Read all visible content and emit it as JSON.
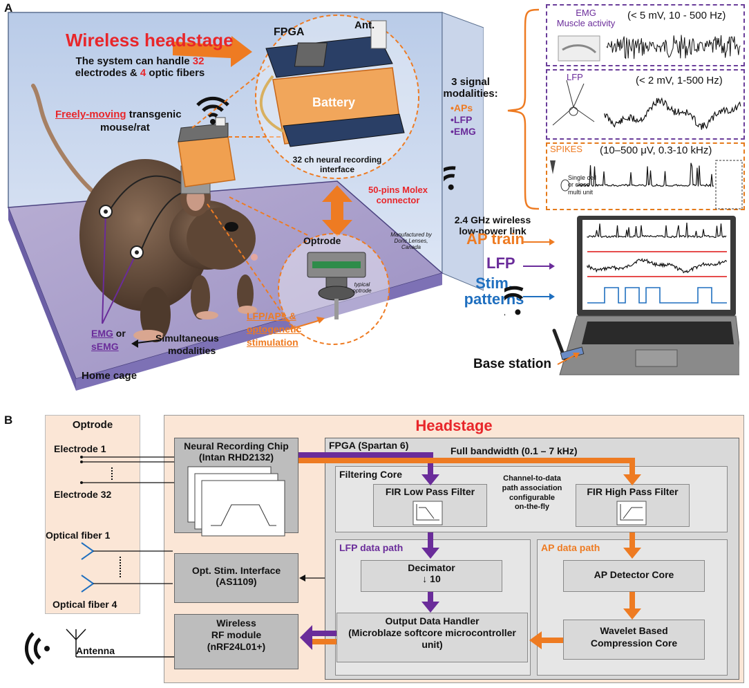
{
  "panel_a": {
    "label": "A",
    "headstage_title": "Wireless headstage",
    "capacity_line1_pre": "The system can handle ",
    "capacity_electrodes": "32",
    "capacity_line2_pre": "electrodes & ",
    "capacity_fibers": "4",
    "capacity_line2_post": " optic fibers",
    "freely_moving": "Freely-moving",
    "transgenic_line1": " transgenic",
    "transgenic_line2": "mouse/rat",
    "fpga_label": "FPGA",
    "antenna_label": "Ant.",
    "battery_label": "Battery",
    "recording_interface_line1": "32 ch neural recording",
    "recording_interface_line2": "interface",
    "connector_line1": "50-pins Molex",
    "connector_line2": "connector",
    "optrode_label": "Optrode",
    "manufactured_line1": "Manufactured by",
    "manufactured_line2": "Doric Lenses,",
    "manufactured_line3": "Canada",
    "typical_optrode_line1": "typical",
    "typical_optrode_line2": "optrode",
    "lfp_aps_line1": "LFP/APs &",
    "lfp_aps_line2": "optogenetic",
    "lfp_aps_line3": "stimulation",
    "emg_line1": "EMG",
    "emg_or": " or",
    "emg_line2": "sEMG",
    "simultaneous_line1": "Simultaneous",
    "simultaneous_line2": "modalities",
    "home_cage": "Home cage",
    "modalities_title_line1": "3 signal",
    "modalities_title_line2": "modalities:",
    "modality_aps": "•APs",
    "modality_lfp": "•LFP",
    "modality_emg": "•EMG",
    "emg_box_title_line1": "EMG",
    "emg_box_title_line2": "Muscle activity",
    "emg_box_spec": "(< 5 mV, 10 - 500 Hz)",
    "lfp_box_title": "LFP",
    "lfp_box_spec": "(< 2 mV, 1-500 Hz)",
    "spikes_box_title": "SPIKES",
    "spikes_box_spec": "(10–500 μV, 0.3-10 kHz)",
    "single_cell_line1": "Single cell",
    "single_cell_line2": "or close",
    "single_cell_line3": "multi unit",
    "wireless_link_line1": "2.4 GHz wireless",
    "wireless_link_line2": "low-power link",
    "ap_train": "AP train",
    "lfp_label": "LFP",
    "stim_line1": "Stim.",
    "stim_line2": "patterns",
    "base_station": "Base station"
  },
  "panel_b": {
    "label": "B",
    "optrode_title": "Optrode",
    "electrode_1": "Electrode 1",
    "electrode_32": "Electrode 32",
    "optical_fiber_1": "Optical fiber 1",
    "optical_fiber_4": "Optical fiber 4",
    "antenna": "Antenna",
    "headstage_title": "Headstage",
    "neural_chip_line1": "Neural Recording Chip",
    "neural_chip_line2": "(Intan RHD2132)",
    "opt_stim_line1": "Opt. Stim. Interface",
    "opt_stim_line2": "(AS1109)",
    "rf_line1": "Wireless",
    "rf_line2": "RF module",
    "rf_line3": "(nRF24L01+)",
    "fpga_title": "FPGA (Spartan 6)",
    "full_bandwidth": "Full bandwidth (0.1 – 7 kHz)",
    "filtering_core": "Filtering Core",
    "fir_low": "FIR Low Pass Filter",
    "fir_high": "FIR High Pass Filter",
    "channel_line1": "Channel-to-data",
    "channel_line2": "path association",
    "channel_line3": "configurable",
    "channel_line4": "on-the-fly",
    "lfp_path": "LFP data  path",
    "ap_path": "AP data path",
    "decimator_line1": "Decimator",
    "decimator_line2": "↓  10",
    "ap_detector": "AP Detector Core",
    "wavelet_line1": "Wavelet Based",
    "wavelet_line2": "Compression Core",
    "output_line1": "Output Data Handler",
    "output_line2": "(Microblaze softcore microcontroller",
    "output_line3": "unit)"
  },
  "colors": {
    "red": "#e8262a",
    "orange": "#ee7b22",
    "purple": "#6a2c9a",
    "blue": "#1f6fbf",
    "peach": "#fbe6d6",
    "gray_box": "#bdbdbd",
    "fpga_gray": "#d9d9d9"
  },
  "icons": [
    "wifi-icon",
    "antenna-icon",
    "laptop-icon",
    "rat-illustration",
    "headstage-device-icon",
    "optrode-device-icon",
    "filter-response-icon"
  ]
}
